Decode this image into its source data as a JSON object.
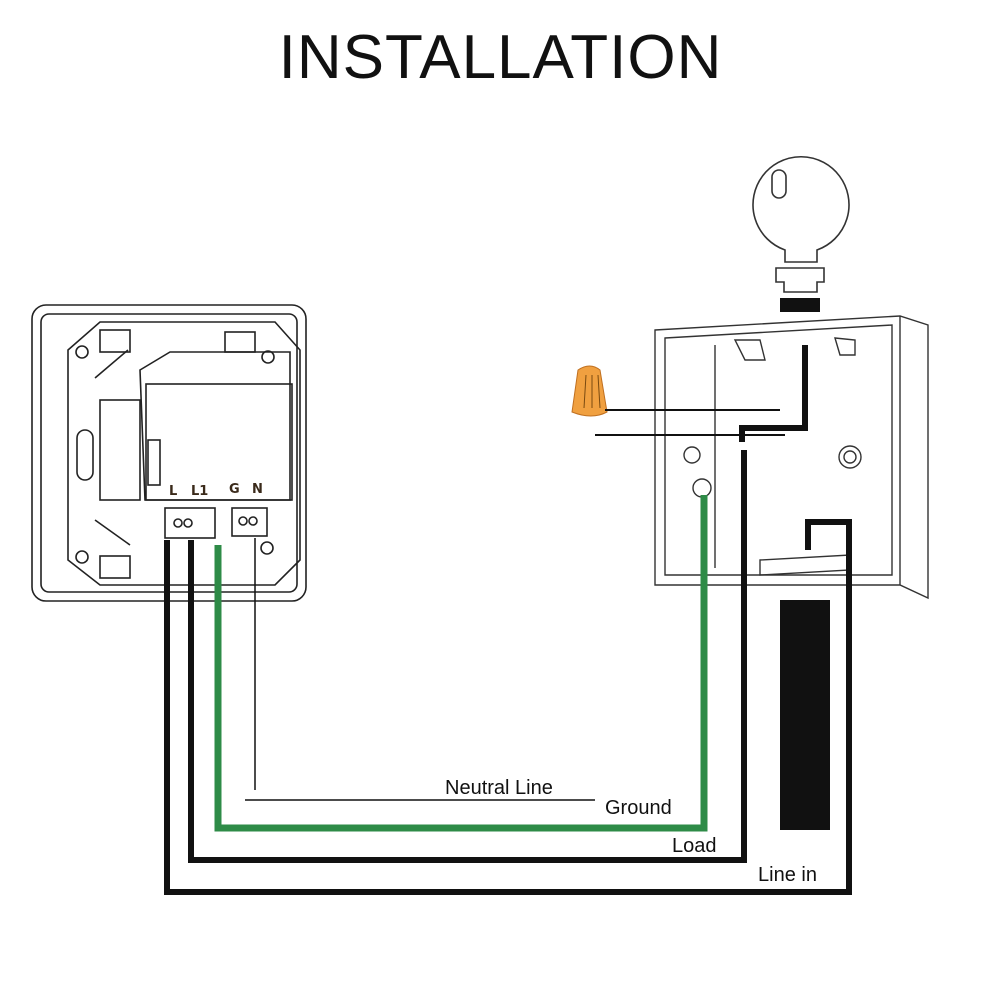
{
  "title": "INSTALLATION",
  "switch": {
    "terminals": [
      "L",
      "L1",
      "G",
      "N"
    ]
  },
  "wires": {
    "neutral": "Neutral Line",
    "ground": "Ground",
    "load": "Load",
    "line_in": "Line in"
  },
  "colors": {
    "ground": "#2e8b47",
    "wire_black": "#111111",
    "wire_nut": "#f0a040"
  }
}
